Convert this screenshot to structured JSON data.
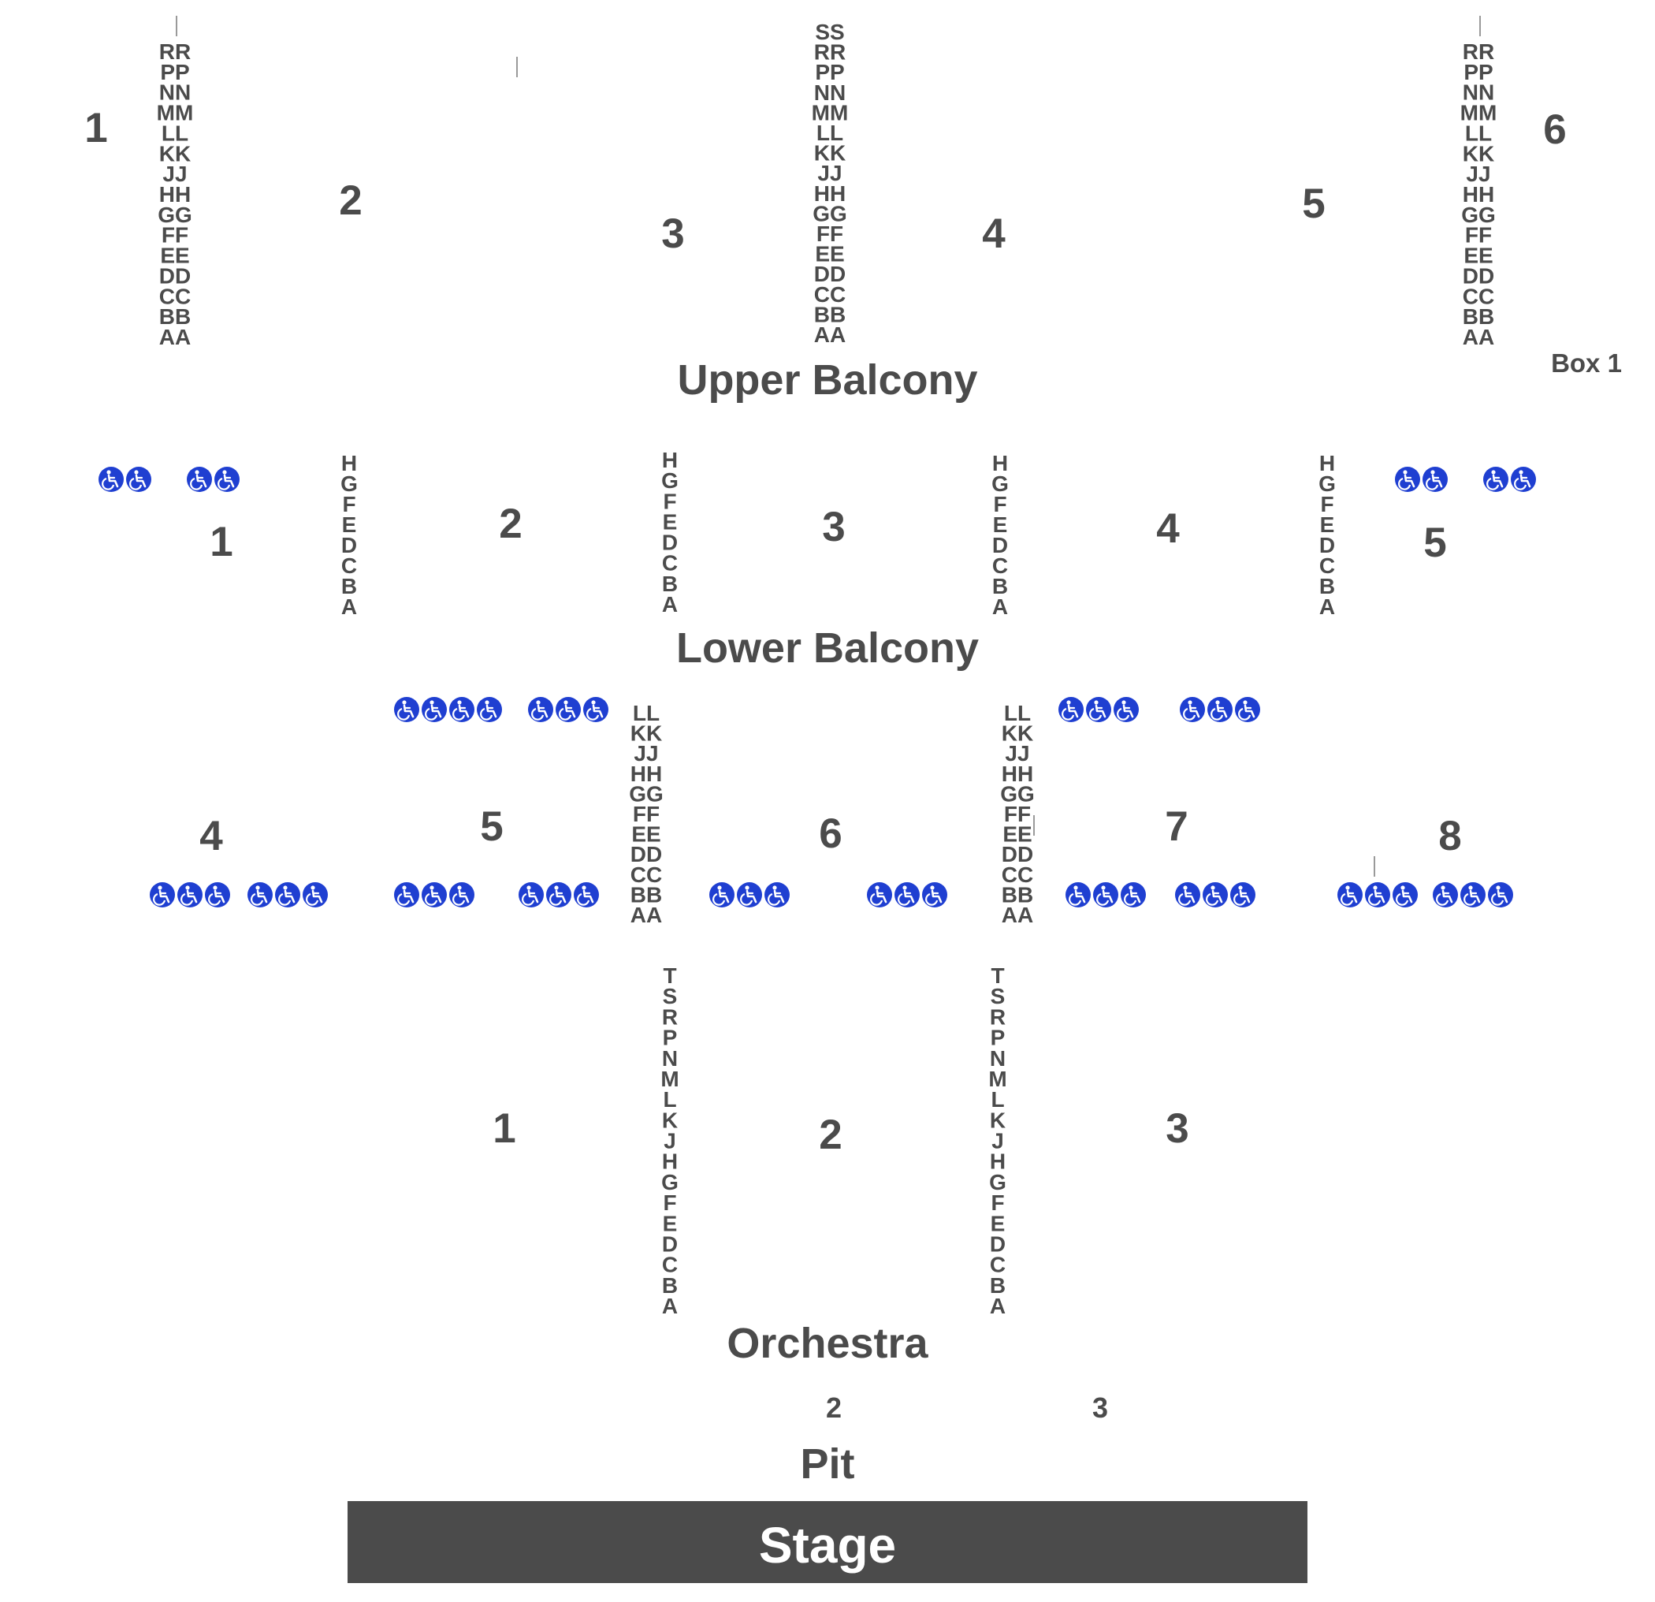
{
  "colors": {
    "text": "#4b4b4b",
    "accessible": "#1f3fd1",
    "stage": "#4b4b4b",
    "stage_text": "#ffffff",
    "background": "#ffffff"
  },
  "icons": {
    "accessible": "wheelchair-icon"
  },
  "areas": {
    "upper_balcony": "Upper Balcony",
    "lower_balcony": "Lower Balcony",
    "orchestra": "Orchestra",
    "pit": "Pit",
    "stage": "Stage",
    "box": "Box 1"
  },
  "upper_balcony": {
    "sections": [
      "1",
      "2",
      "3",
      "4",
      "5",
      "6"
    ],
    "rows_side": [
      "RR",
      "PP",
      "NN",
      "MM",
      "LL",
      "KK",
      "JJ",
      "HH",
      "GG",
      "FF",
      "EE",
      "DD",
      "CC",
      "BB",
      "AA"
    ],
    "rows_center": [
      "SS",
      "RR",
      "PP",
      "NN",
      "MM",
      "LL",
      "KK",
      "JJ",
      "HH",
      "GG",
      "FF",
      "EE",
      "DD",
      "CC",
      "BB",
      "AA"
    ]
  },
  "lower_balcony": {
    "sections": [
      "1",
      "2",
      "3",
      "4",
      "5"
    ],
    "rows": [
      "H",
      "G",
      "F",
      "E",
      "D",
      "C",
      "B",
      "A"
    ]
  },
  "orchestra_upper": {
    "sections": [
      "4",
      "5",
      "6",
      "7",
      "8"
    ],
    "rows": [
      "LL",
      "KK",
      "JJ",
      "HH",
      "GG",
      "FF",
      "EE",
      "DD",
      "CC",
      "BB",
      "AA"
    ]
  },
  "orchestra_lower": {
    "sections": [
      "1",
      "2",
      "3"
    ],
    "rows": [
      "T",
      "S",
      "R",
      "P",
      "N",
      "M",
      "L",
      "K",
      "J",
      "H",
      "G",
      "F",
      "E",
      "D",
      "C",
      "B",
      "A"
    ]
  },
  "pit": {
    "sections": [
      "2",
      "3"
    ]
  }
}
